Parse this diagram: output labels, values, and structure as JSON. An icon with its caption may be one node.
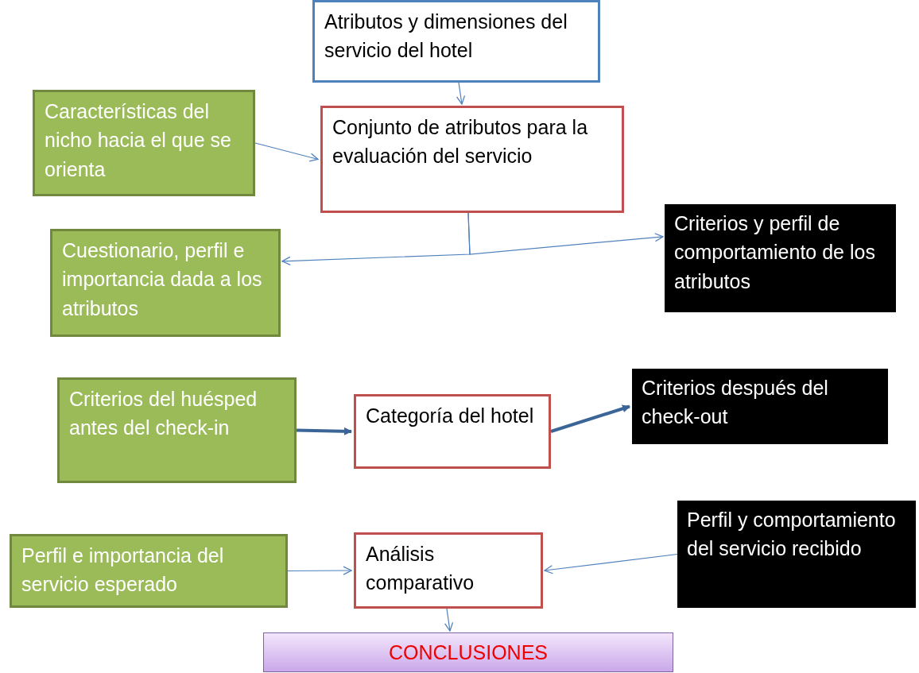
{
  "diagram": {
    "nodes": [
      {
        "text": [
          "Atributos y dimensiones del servicio del hotel"
        ]
      },
      {
        "text": [
          "Características del nicho hacia el que se orienta"
        ]
      },
      {
        "text": [
          "Conjunto de atributos para la evaluación del servicio"
        ]
      },
      {
        "text": [
          "Cuestionario, perfil e importancia dada a los atributos"
        ]
      },
      {
        "text": [
          "Criterios y perfil de comportamiento de los atributos"
        ]
      },
      {
        "text": [
          "Criterios del huésped antes del check-in"
        ]
      },
      {
        "text": [
          "Categoría del hotel"
        ]
      },
      {
        "text": [
          "Criterios después del check-out"
        ]
      },
      {
        "text": [
          "Perfil e importancia  del servicio esperado"
        ]
      },
      {
        "text": [
          "Análisis comparativo"
        ]
      },
      {
        "text": [
          "Perfil y comportamiento del servicio recibido"
        ]
      },
      {
        "text": [
          "CONCLUSIONES"
        ]
      }
    ],
    "edges": [
      {
        "from": 0,
        "to": 2,
        "arrow": "to"
      },
      {
        "from": 1,
        "to": 2,
        "arrow": "to"
      },
      {
        "from": 2,
        "to": 3,
        "arrow": "to"
      },
      {
        "from": 2,
        "to": 4,
        "arrow": "to"
      },
      {
        "from": 5,
        "to": 6,
        "arrow": "to",
        "style": "thick"
      },
      {
        "from": 6,
        "to": 7,
        "arrow": "to",
        "style": "thick"
      },
      {
        "from": 8,
        "to": 9,
        "arrow": "to"
      },
      {
        "from": 10,
        "to": 9,
        "arrow": "to"
      },
      {
        "from": 9,
        "to": 11,
        "arrow": "to"
      }
    ]
  }
}
